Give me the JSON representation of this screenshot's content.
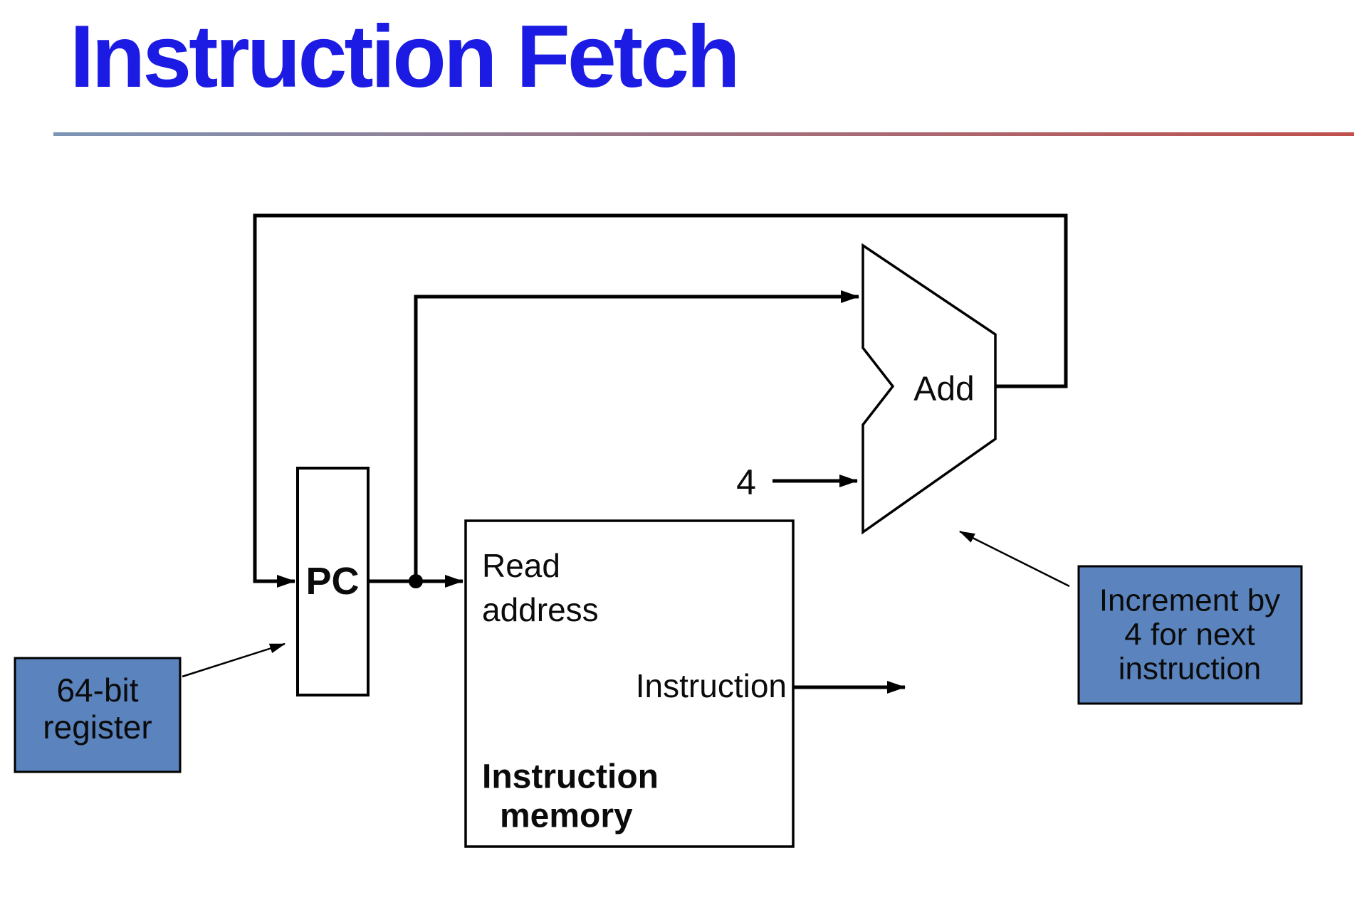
{
  "slide": {
    "title": "Instruction Fetch"
  },
  "colors": {
    "title_text": "#1b1be4",
    "underline_left": "#7d95b5",
    "underline_right": "#c0504d",
    "callout_fill": "#5b84be",
    "diagram_line": "#000000"
  },
  "diagram": {
    "pc_register": {
      "label": "PC"
    },
    "instruction_memory": {
      "read_port": {
        "line1": "Read",
        "line2": "address"
      },
      "output_port": "Instruction",
      "caption": {
        "line1": "Instruction",
        "line2": "memory"
      }
    },
    "adder": {
      "label": "Add"
    },
    "constant_input": "4",
    "callout_pc": {
      "line1": "64-bit",
      "line2": "register"
    },
    "callout_increment": {
      "line1": "Increment by",
      "line2": "4 for next",
      "line3": "instruction"
    }
  }
}
